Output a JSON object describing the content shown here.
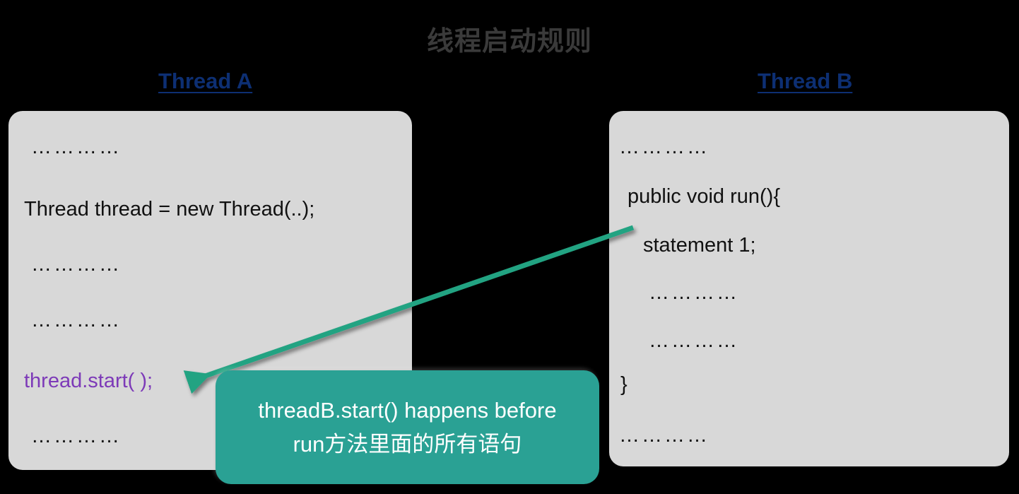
{
  "title": "线程启动规则",
  "colors": {
    "background": "#000000",
    "title_text": "#3a3a3a",
    "header_text": "#0d2f73",
    "panel_bg": "#d8d8d8",
    "code_text": "#111111",
    "highlight_text": "#7d3ab8",
    "callout_bg": "#2aa194",
    "callout_text": "#ffffff",
    "arrow": "#22a382"
  },
  "columns": {
    "left": {
      "header": "Thread A",
      "lines": [
        {
          "text": "…………",
          "type": "ellipsis",
          "indent": 0
        },
        {
          "text": "Thread thread = new Thread(..);",
          "type": "code",
          "indent": 0
        },
        {
          "text": "…………",
          "type": "ellipsis",
          "indent": 0
        },
        {
          "text": "…………",
          "type": "ellipsis",
          "indent": 0
        },
        {
          "text": "thread.start( );",
          "type": "highlight",
          "indent": 0
        },
        {
          "text": "…………",
          "type": "ellipsis",
          "indent": 0
        }
      ]
    },
    "right": {
      "header": "Thread B",
      "lines": [
        {
          "text": "…………",
          "type": "ellipsis",
          "indent": 0
        },
        {
          "text": "public void run(){",
          "type": "code",
          "indent": 0
        },
        {
          "text": "statement 1;",
          "type": "code",
          "indent": 1
        },
        {
          "text": "…………",
          "type": "ellipsis",
          "indent": 1
        },
        {
          "text": "…………",
          "type": "ellipsis",
          "indent": 1
        },
        {
          "text": "}",
          "type": "code",
          "indent": 0
        },
        {
          "text": "…………",
          "type": "ellipsis",
          "indent": 0
        }
      ]
    }
  },
  "callout": {
    "line1": "threadB.start() happens before",
    "line2": "run方法里面的所有语句"
  },
  "annotation": {
    "arrow_name": "happens-before-arrow",
    "arrow_from": "statement 1; (Thread B)",
    "arrow_to": "thread.start( ); (Thread A)"
  }
}
